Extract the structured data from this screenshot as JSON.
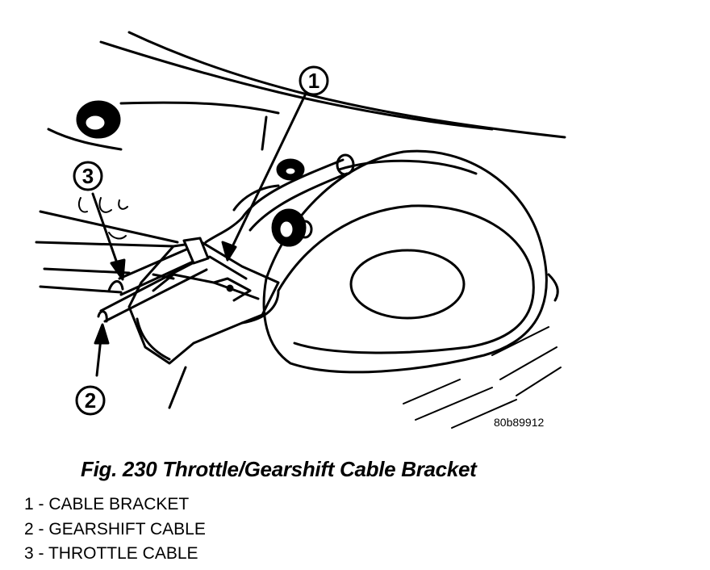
{
  "figure": {
    "drawing_code": "80b89912",
    "caption": "Fig. 230 Throttle/Gearshift Cable Bracket"
  },
  "callouts": [
    {
      "number": "1",
      "label": "CABLE BRACKET"
    },
    {
      "number": "2",
      "label": "GEARSHIFT CABLE"
    },
    {
      "number": "3",
      "label": "THROTTLE CABLE"
    }
  ],
  "legend_separator": " - "
}
